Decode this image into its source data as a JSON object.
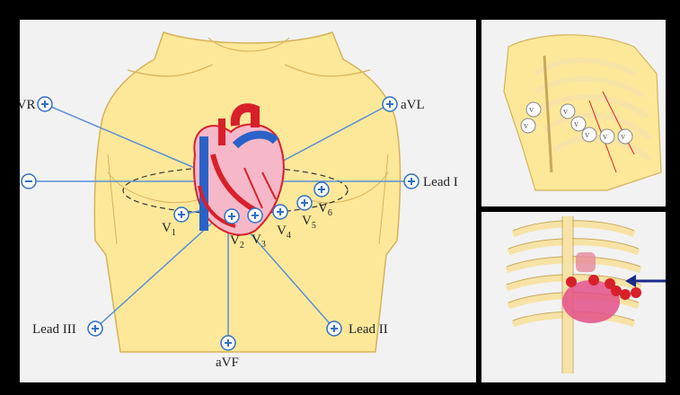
{
  "colors": {
    "background": "#000000",
    "panel": "#f2f2f2",
    "skin": "#fde89a",
    "skin_outline": "#d6b25a",
    "lead_line": "#5b8fd6",
    "electrode_fill": "#ffffff",
    "electrode_stroke": "#2f6fc4",
    "heart_red": "#d8202a",
    "heart_blue": "#2a62c9",
    "heart_pink": "#f6b8c8",
    "bone": "#f7e3a6",
    "bone_outline": "#c8a85a",
    "arrow": "#1a2a8a"
  },
  "limb_leads": {
    "avr": "aVR",
    "avl": "aVL",
    "lead_i": "Lead I",
    "lead_ii": "Lead II",
    "lead_iii": "Lead III",
    "avf": "aVF"
  },
  "precordial": {
    "v_letter": "V",
    "subscripts": [
      "1",
      "2",
      "3",
      "4",
      "5",
      "6"
    ]
  },
  "electrode_icons": {
    "positive": "plus-circle-icon",
    "negative": "minus-circle-icon"
  }
}
